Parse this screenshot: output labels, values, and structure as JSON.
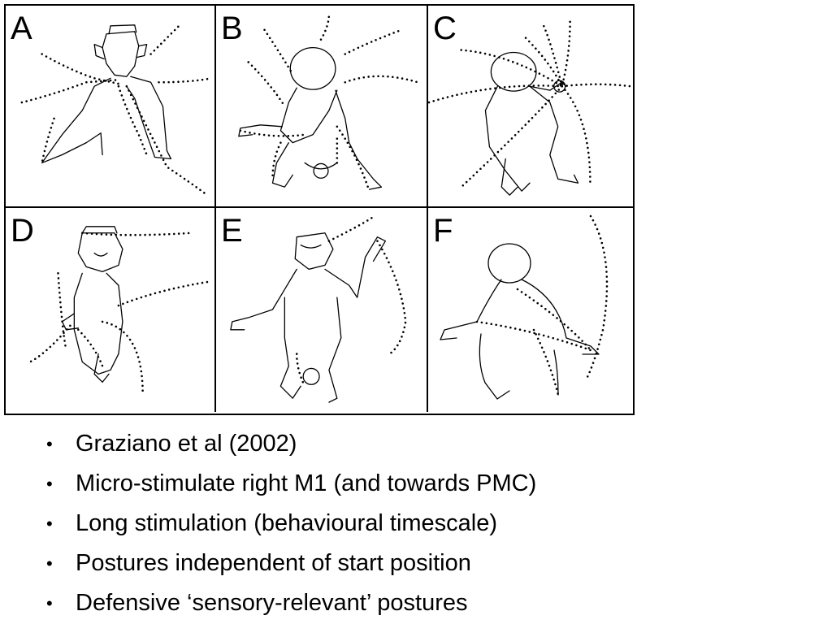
{
  "figure": {
    "panels": [
      {
        "letter": "A"
      },
      {
        "letter": "B"
      },
      {
        "letter": "C"
      },
      {
        "letter": "D"
      },
      {
        "letter": "E"
      },
      {
        "letter": "F"
      }
    ]
  },
  "bullets": [
    {
      "text": "Graziano et al (2002)"
    },
    {
      "text": "Micro-stimulate right M1 (and towards PMC)"
    },
    {
      "text": "Long stimulation (behavioural timescale)"
    },
    {
      "text": "Postures independent of start position"
    },
    {
      "text": "Defensive ‘sensory-relevant’ postures"
    }
  ],
  "bullet_marker": "•"
}
